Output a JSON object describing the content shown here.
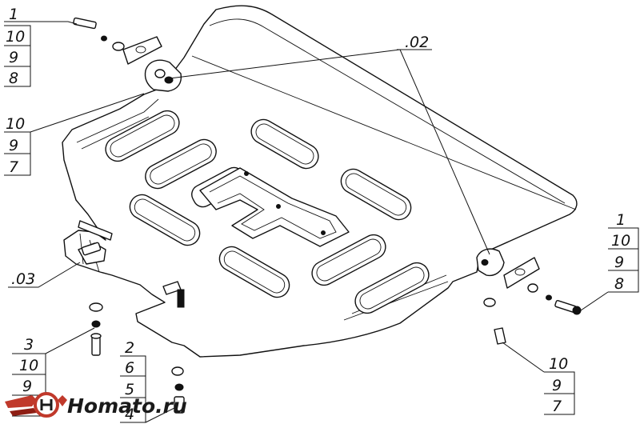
{
  "callouts": {
    "top_left": [
      "1",
      "10",
      "9",
      "8"
    ],
    "mid_left": [
      "10",
      "9",
      "7"
    ],
    "bottom_left_a": [
      "3",
      "10",
      "9"
    ],
    "bottom_left_b": [
      "2",
      "6",
      "5",
      "4"
    ],
    "right": [
      "1",
      "10",
      "9",
      "8"
    ],
    "bottom_right": [
      "10",
      "9",
      "7"
    ],
    "part_02": ".02",
    "part_03": ".03"
  },
  "logo": {
    "text": "Homato.ru",
    "colors": {
      "wing": "#c0392b",
      "wing_dark": "#8e1e14",
      "text": "#1a1a1a"
    }
  }
}
